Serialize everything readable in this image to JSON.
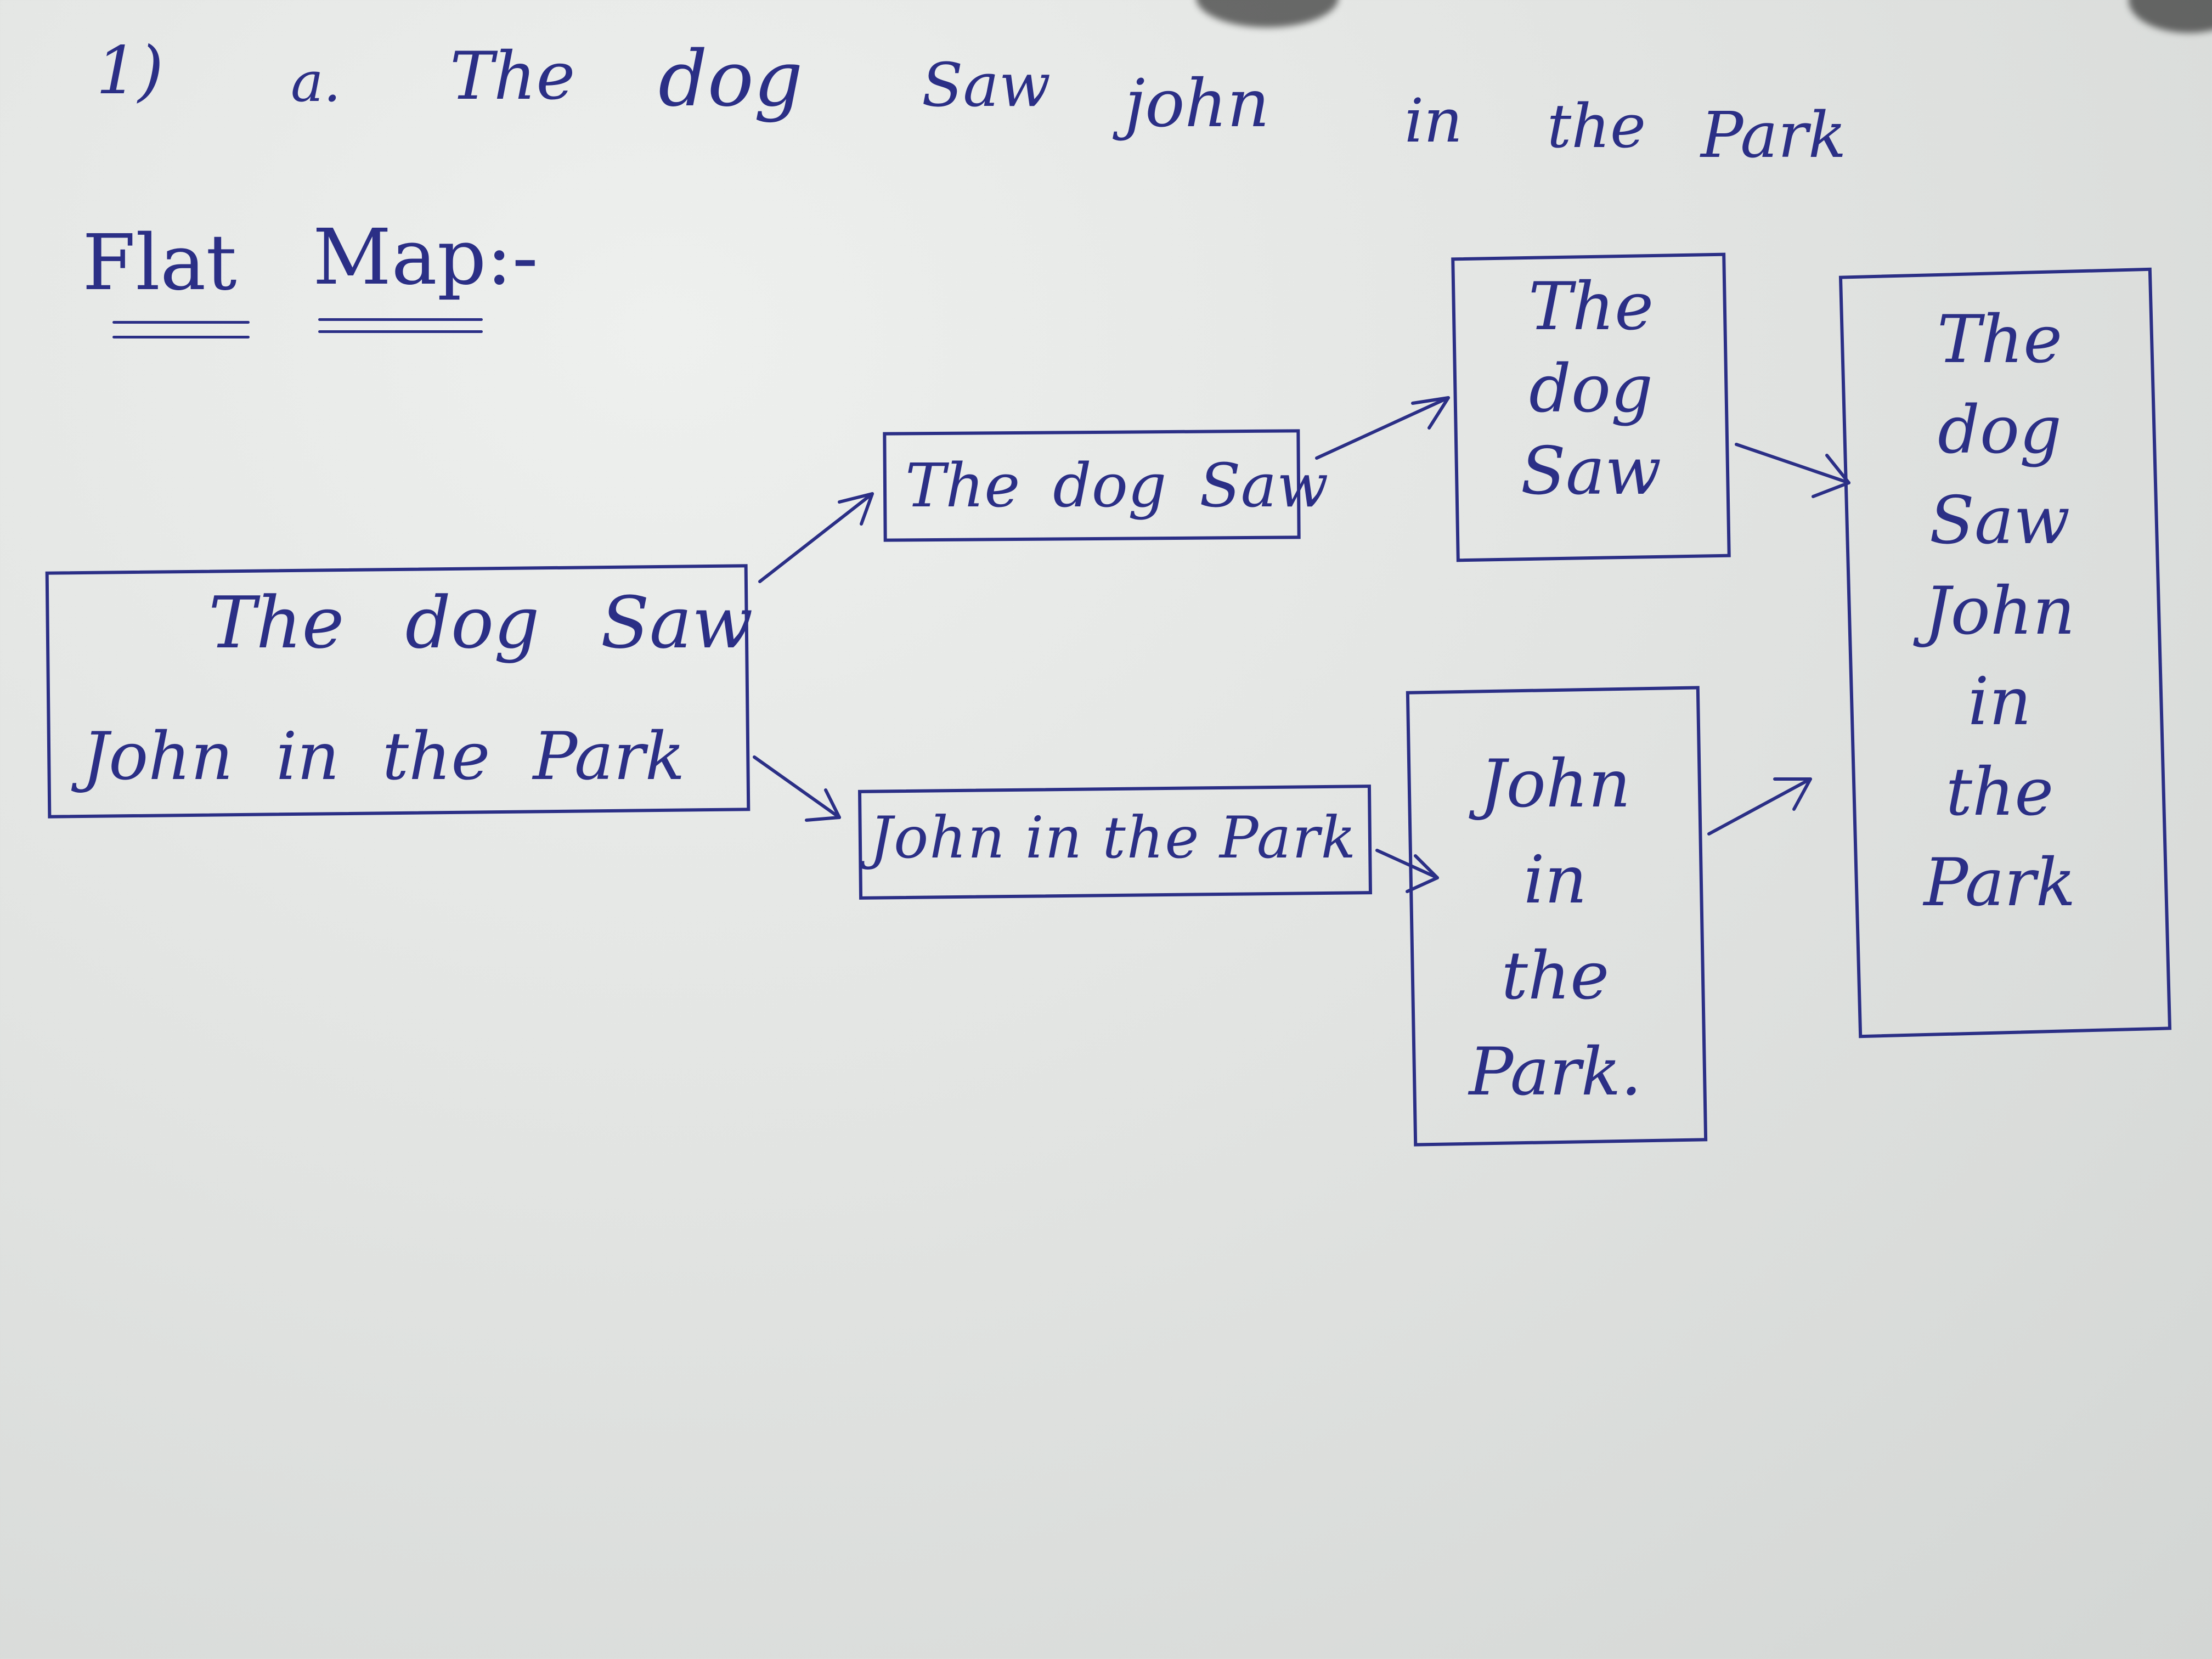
{
  "heading": {
    "number": "1)",
    "part": "a.",
    "sentence_words": [
      "The",
      "dog",
      "Saw",
      "john",
      "in",
      "the",
      "Park"
    ]
  },
  "section_title": {
    "word1": "Flat",
    "word2": "Map:-"
  },
  "diagram": {
    "root_box": {
      "line1": "The dog Saw",
      "line2": "John in the Park"
    },
    "split_top": "The dog Saw",
    "split_bottom": "John in the Park",
    "words_top": [
      "The",
      "dog",
      "Saw"
    ],
    "words_bottom": [
      "John",
      "in",
      "the",
      "Park."
    ],
    "result_words": [
      "The",
      "dog",
      "Saw",
      "John",
      "in",
      "the",
      "Park"
    ]
  },
  "colors": {
    "ink": "#2b2f86",
    "paper": "#e2e4e2"
  }
}
